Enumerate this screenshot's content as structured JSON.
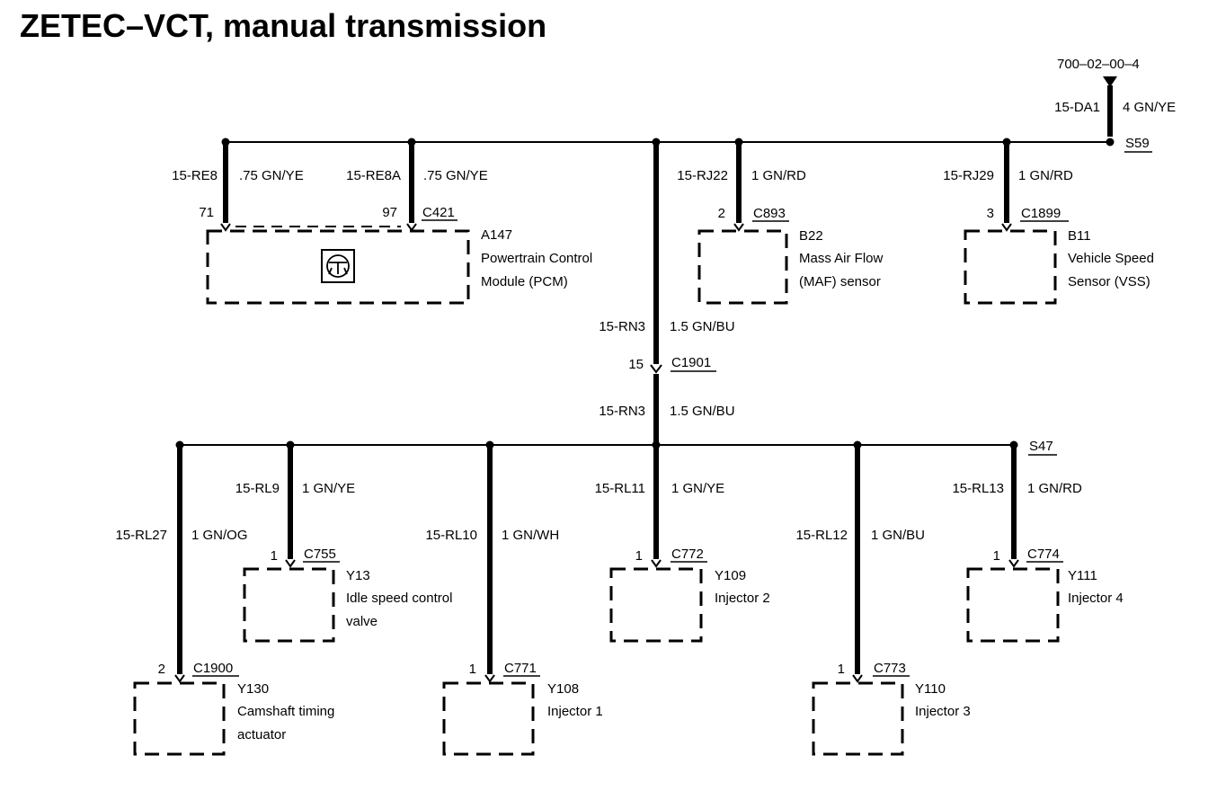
{
  "title": "ZETEC–VCT, manual transmission",
  "ref": "700–02–00–4",
  "feed": {
    "circuit": "15-DA1",
    "wire": "4 GN/YE",
    "splice": "S59"
  },
  "splices": {
    "s59": "S59",
    "s47": "S47"
  },
  "pcm_branch": {
    "left": {
      "circuit": "15-RE8",
      "wire": ".75 GN/YE",
      "pin": "71"
    },
    "right": {
      "circuit": "15-RE8A",
      "wire": ".75 GN/YE",
      "pin": "97"
    },
    "connector": "C421"
  },
  "main_run": {
    "upper": {
      "circuit": "15-RN3",
      "wire": "1.5 GN/BU"
    },
    "inline_pin": "15",
    "inline_connector": "C1901",
    "lower": {
      "circuit": "15-RN3",
      "wire": "1.5 GN/BU"
    }
  },
  "upper_branches": [
    {
      "circuit": "15-RJ22",
      "wire": "1 GN/RD",
      "pin": "2",
      "connector": "C893"
    },
    {
      "circuit": "15-RJ29",
      "wire": "1 GN/RD",
      "pin": "3",
      "connector": "C1899"
    }
  ],
  "lower_branches": [
    {
      "circuit": "15-RL27",
      "wire": "1 GN/OG",
      "pin": "2",
      "connector": "C1900"
    },
    {
      "circuit": "15-RL9",
      "wire": "1 GN/YE",
      "pin": "1",
      "connector": "C755"
    },
    {
      "circuit": "15-RL10",
      "wire": "1 GN/WH",
      "pin": "1",
      "connector": "C771"
    },
    {
      "circuit": "15-RL11",
      "wire": "1 GN/YE",
      "pin": "1",
      "connector": "C772"
    },
    {
      "circuit": "15-RL12",
      "wire": "1 GN/BU",
      "pin": "1",
      "connector": "C773"
    },
    {
      "circuit": "15-RL13",
      "wire": "1 GN/RD",
      "pin": "1",
      "connector": "C774"
    }
  ],
  "components": {
    "pcm": {
      "id": "A147",
      "line1": "Powertrain Control",
      "line2": "Module (PCM)"
    },
    "maf": {
      "id": "B22",
      "line1": "Mass Air Flow",
      "line2": "(MAF) sensor"
    },
    "vss": {
      "id": "B11",
      "line1": "Vehicle Speed",
      "line2": "Sensor (VSS)"
    },
    "iscv": {
      "id": "Y13",
      "line1": "Idle speed control",
      "line2": "valve"
    },
    "inj2": {
      "id": "Y109",
      "line1": "Injector 2"
    },
    "inj4": {
      "id": "Y111",
      "line1": "Injector 4"
    },
    "cam": {
      "id": "Y130",
      "line1": "Camshaft timing",
      "line2": "actuator"
    },
    "inj1": {
      "id": "Y108",
      "line1": "Injector 1"
    },
    "inj3": {
      "id": "Y110",
      "line1": "Injector 3"
    }
  },
  "icons": {
    "pcm": "transistor-icon"
  }
}
